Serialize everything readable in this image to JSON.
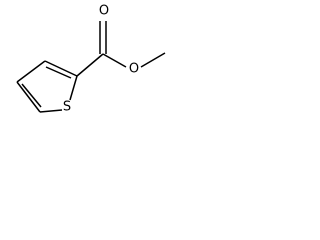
{
  "molecule": {
    "atoms": {
      "ring_sulfur": "S",
      "carbonyl_oxygen": "O",
      "ester_oxygen": "O"
    }
  }
}
